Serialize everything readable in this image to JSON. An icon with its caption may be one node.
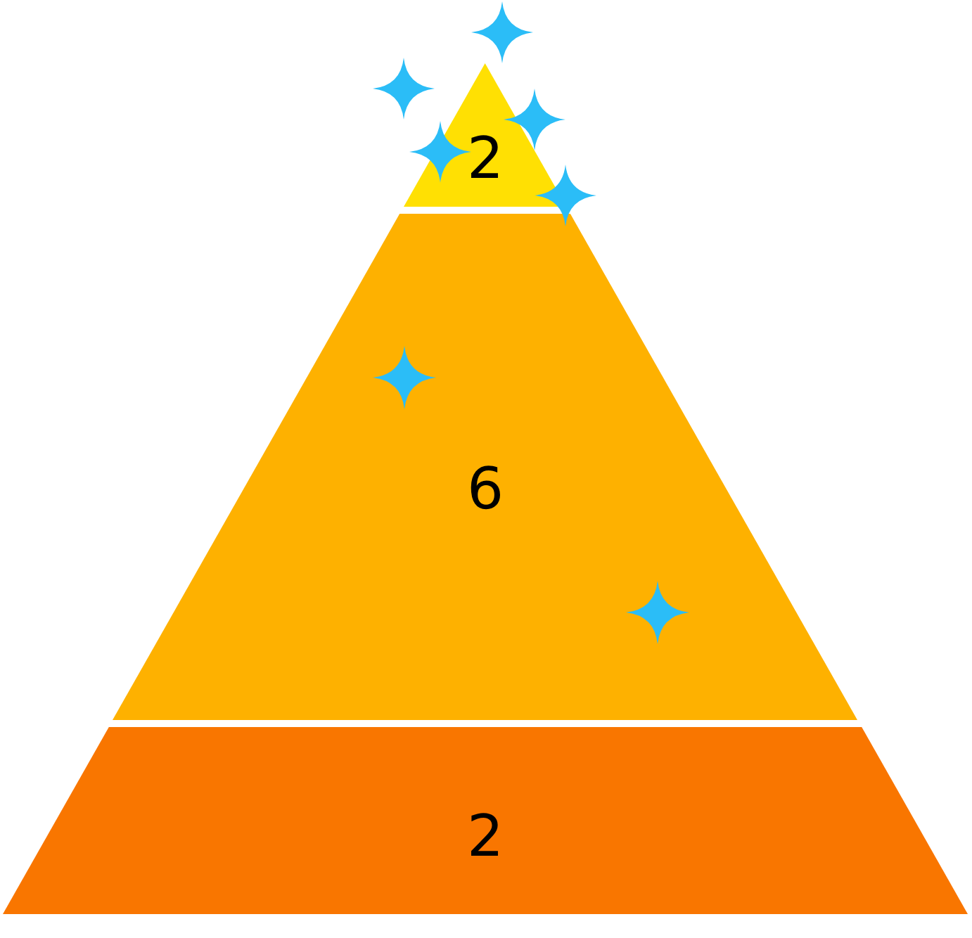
{
  "diagram": {
    "nodes": [
      {
        "text": [
          "2"
        ]
      },
      {
        "text": [
          "6"
        ]
      },
      {
        "text": [
          "2"
        ]
      }
    ]
  }
}
